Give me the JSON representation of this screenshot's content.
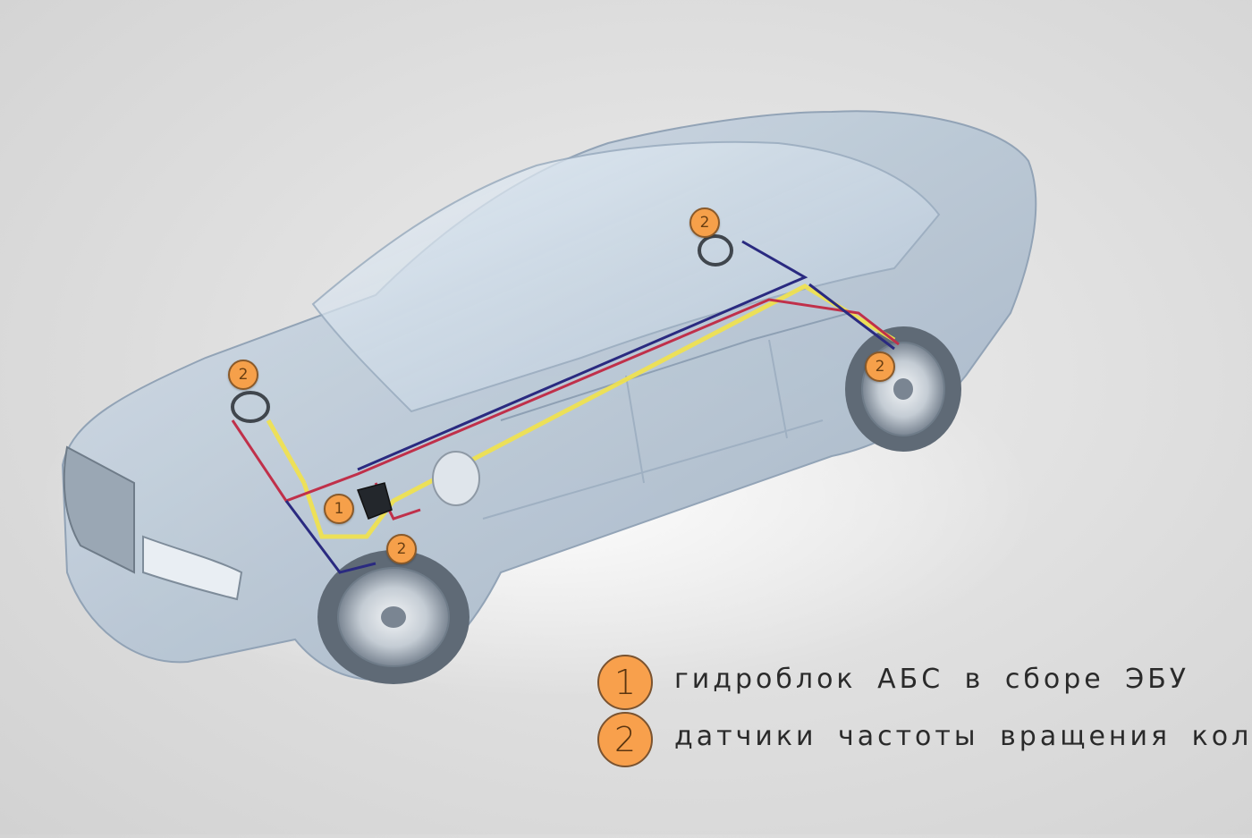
{
  "callouts": {
    "unit_label": "1",
    "sensor_label": "2"
  },
  "legend": [
    {
      "number": "1",
      "text": "гидроблок АБС в сборе ЭБУ"
    },
    {
      "number": "2",
      "text": "датчики частоты вращения колес"
    }
  ],
  "colors": {
    "callout_fill": "#f6a04a",
    "wire_yellow": "#f2e24a",
    "wire_red": "#c0304a",
    "wire_blue": "#2a2a80",
    "car_body": "#b8c6d4"
  }
}
